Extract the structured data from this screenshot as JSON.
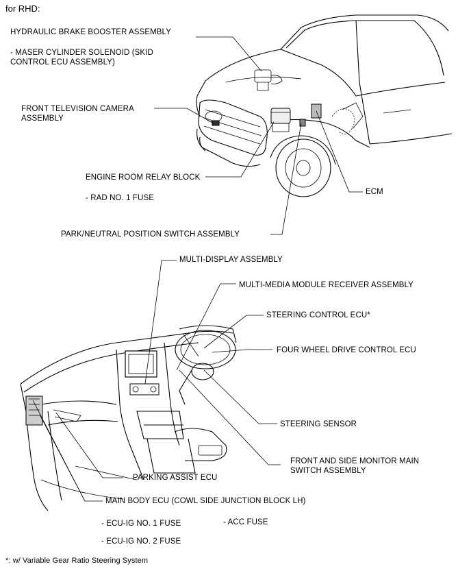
{
  "header": "for RHD:",
  "engine_bay": {
    "hydraulic_brake_booster": "HYDRAULIC BRAKE BOOSTER ASSEMBLY",
    "master_cylinder_solenoid": "- MASER CYLINDER SOLENOID (SKID CONTROL ECU ASSEMBLY)",
    "front_tv_camera": "FRONT TELEVISION CAMERA ASSEMBLY",
    "engine_room_relay_block": "ENGINE ROOM RELAY BLOCK",
    "rad_fuse": "- RAD NO. 1 FUSE",
    "park_neutral_switch": "PARK/NEUTRAL POSITION SWITCH ASSEMBLY",
    "ecm": "ECM"
  },
  "cabin": {
    "multi_display": "MULTI-DISPLAY ASSEMBLY",
    "multi_media_receiver": "MULTI-MEDIA MODULE RECEIVER ASSEMBLY",
    "steering_control_ecu": "STEERING CONTROL ECU*",
    "four_wheel_drive_ecu": "FOUR WHEEL DRIVE CONTROL ECU",
    "steering_sensor": "STEERING SENSOR",
    "front_side_monitor_switch": "FRONT AND SIDE MONITOR MAIN SWITCH ASSEMBLY",
    "parking_assist_ecu": "PARKING ASSIST ECU",
    "main_body_ecu": "MAIN BODY ECU (COWL SIDE JUNCTION BLOCK LH)",
    "ecu_ig1_fuse": "- ECU-IG NO. 1 FUSE",
    "acc_fuse": "- ACC FUSE",
    "ecu_ig2_fuse": "- ECU-IG NO. 2 FUSE"
  },
  "footnote": "*: w/ Variable Gear Ratio Steering System"
}
